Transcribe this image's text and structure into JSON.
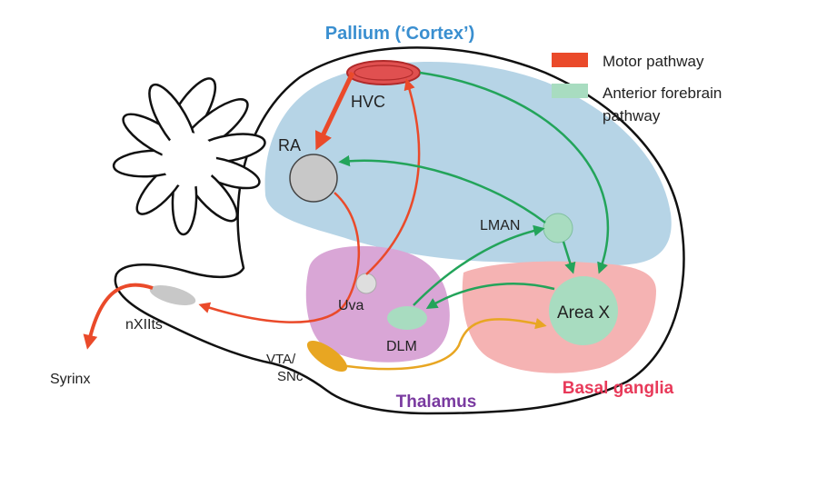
{
  "title": "Pallium  (‘Cortex’)",
  "colors": {
    "pallium": "#b6d4e6",
    "basal_ganglia": "#f5b3b3",
    "thalamus": "#d9a6d6",
    "motor": "#ea4a2a",
    "anterior": "#23a45a",
    "dopamine": "#e8a622",
    "title": "#3a8fd0",
    "thalamus_label": "#7a3aa0",
    "basal_label": "#e83a5a",
    "nucleus_gray": "#c8c8c8",
    "nucleus_green": "#a8dcc0"
  },
  "legend": {
    "motor_label": "Motor pathway",
    "anterior_label_line1": "Anterior  forebrain",
    "anterior_label_line2": "pathway"
  },
  "regions": {
    "thalamus": "Thalamus",
    "basal_ganglia": "Basal ganglia"
  },
  "nuclei": {
    "hvc": "HVC",
    "ra": "RA",
    "lman": "LMAN",
    "area_x": "Area X",
    "uva": "Uva",
    "dlm": "DLM",
    "nxiits": "nXIIts",
    "vta_line1": "VTA/",
    "vta_line2": "SNc",
    "syrinx": "Syrinx"
  }
}
